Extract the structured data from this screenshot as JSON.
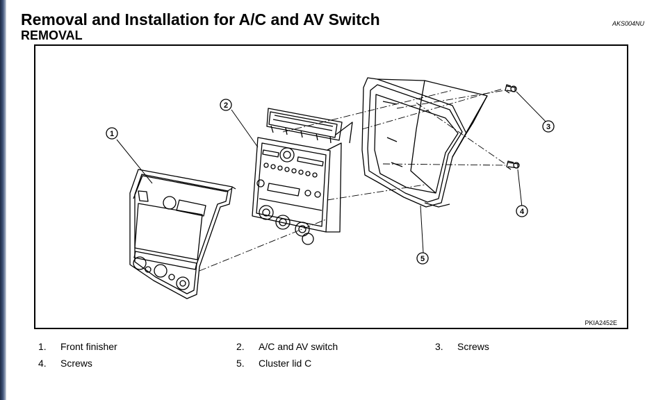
{
  "header": {
    "title": "Removal and Installation for A/C and AV Switch",
    "subtitle": "REMOVAL",
    "doc_code": "AKS004NU"
  },
  "figure": {
    "code": "PKIA2452E",
    "callouts": [
      "1",
      "2",
      "3",
      "4",
      "5"
    ]
  },
  "legend": [
    {
      "num": "1.",
      "label": "Front finisher"
    },
    {
      "num": "2.",
      "label": "A/C and AV switch"
    },
    {
      "num": "3.",
      "label": "Screws"
    },
    {
      "num": "4.",
      "label": "Screws"
    },
    {
      "num": "5.",
      "label": "Cluster lid C"
    }
  ]
}
